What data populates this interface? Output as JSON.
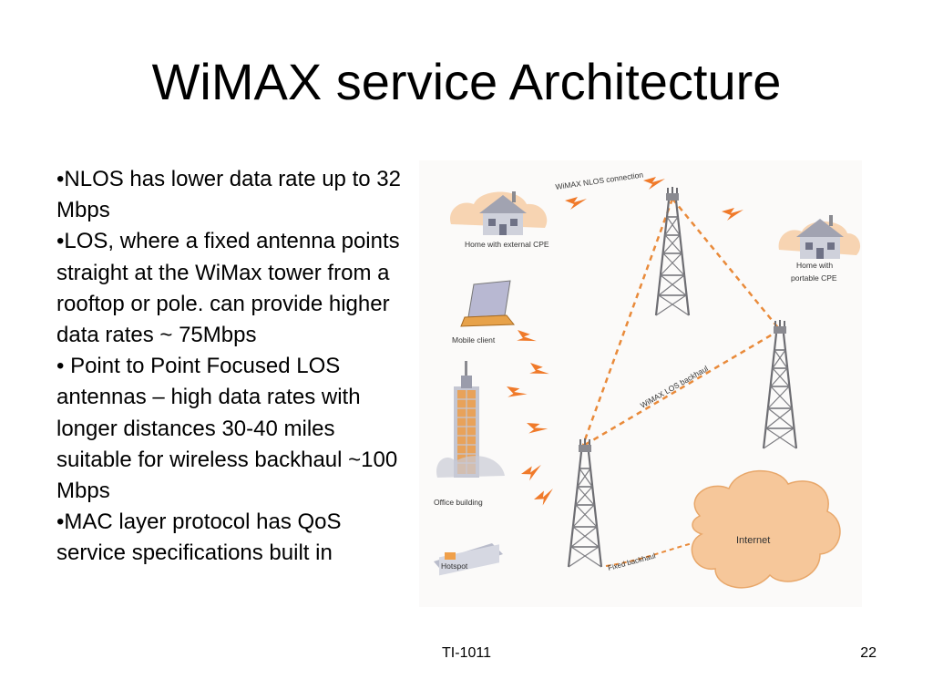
{
  "slide": {
    "title": "WiMAX service Architecture",
    "bullets": [
      "•NLOS has lower data rate up to 32 Mbps",
      "•LOS, where a fixed antenna points straight at the WiMax tower from a rooftop or pole. can provide higher data rates ~ 75Mbps",
      "• Point to Point Focused LOS antennas – high data rates with longer distances 30-40 miles suitable for wireless backhaul ~100 Mbps",
      "•MAC layer protocol has QoS service specifications built in"
    ],
    "footer_center": "TI-1011",
    "page_number": "22"
  },
  "diagram": {
    "labels": {
      "nlos_connection": "WiMAX NLOS connection",
      "home_external": "Home with external CPE",
      "home_portable_line1": "Home with",
      "home_portable_line2": "portable CPE",
      "mobile_client": "Mobile client",
      "los_backhaul": "WiMAX LOS backhaul",
      "office_building": "Office building",
      "hotspot": "Hotspot",
      "fixed_backhaul": "Fixed backhaul",
      "internet": "Internet"
    },
    "colors": {
      "lightning": "#f07a2a",
      "cloud": "#f6c79a",
      "cloud_edge": "#e8a76a",
      "dashed_link": "#e98a3a",
      "tower": "#6d6d72",
      "background": "#fbfaf9"
    }
  }
}
